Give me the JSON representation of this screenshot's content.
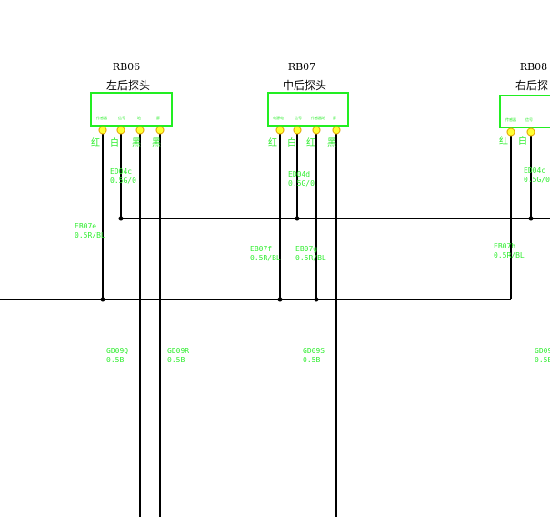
{
  "colors": {
    "wire": "#000000",
    "connector": "#22ee22",
    "label": "#33ee33",
    "terminal": "#ffff33"
  },
  "connectors": [
    {
      "id": "RB06",
      "name": "左后探头",
      "pin_names": [
        "传感器",
        "信号",
        "地",
        "屏"
      ],
      "pin_colors": [
        "红",
        "白",
        "黑",
        "黑"
      ]
    },
    {
      "id": "RB07",
      "name": "中后探头",
      "pin_names": [
        "电源电",
        "信号",
        "传感器地",
        "屏"
      ],
      "pin_colors": [
        "红",
        "白",
        "红",
        "黑"
      ]
    },
    {
      "id": "RB08",
      "name": "右后探",
      "pin_names": [
        "传感器",
        "信号"
      ],
      "pin_colors": [
        "红",
        "白"
      ]
    }
  ],
  "wire_labels": {
    "w1": {
      "code": "ED04c",
      "spec": "0.5G/0"
    },
    "w2": {
      "code": "ED04d",
      "spec": "0.5G/0"
    },
    "w3": {
      "code": "ED04c",
      "spec": "0.5G/0"
    },
    "w4": {
      "code": "EB07e",
      "spec": "0.5R/BL"
    },
    "w5": {
      "code": "EB07f",
      "spec": "0.5R/BL"
    },
    "w6": {
      "code": "EB07g",
      "spec": "0.5R/BL"
    },
    "w7": {
      "code": "EB07h",
      "spec": "0.5R/BL"
    },
    "w8": {
      "code": "GD09Q",
      "spec": "0.5B"
    },
    "w9": {
      "code": "GD09R",
      "spec": "0.5B"
    },
    "w10": {
      "code": "GD09S",
      "spec": "0.5B"
    },
    "w11": {
      "code": "GD09",
      "spec": "0.5B"
    }
  }
}
